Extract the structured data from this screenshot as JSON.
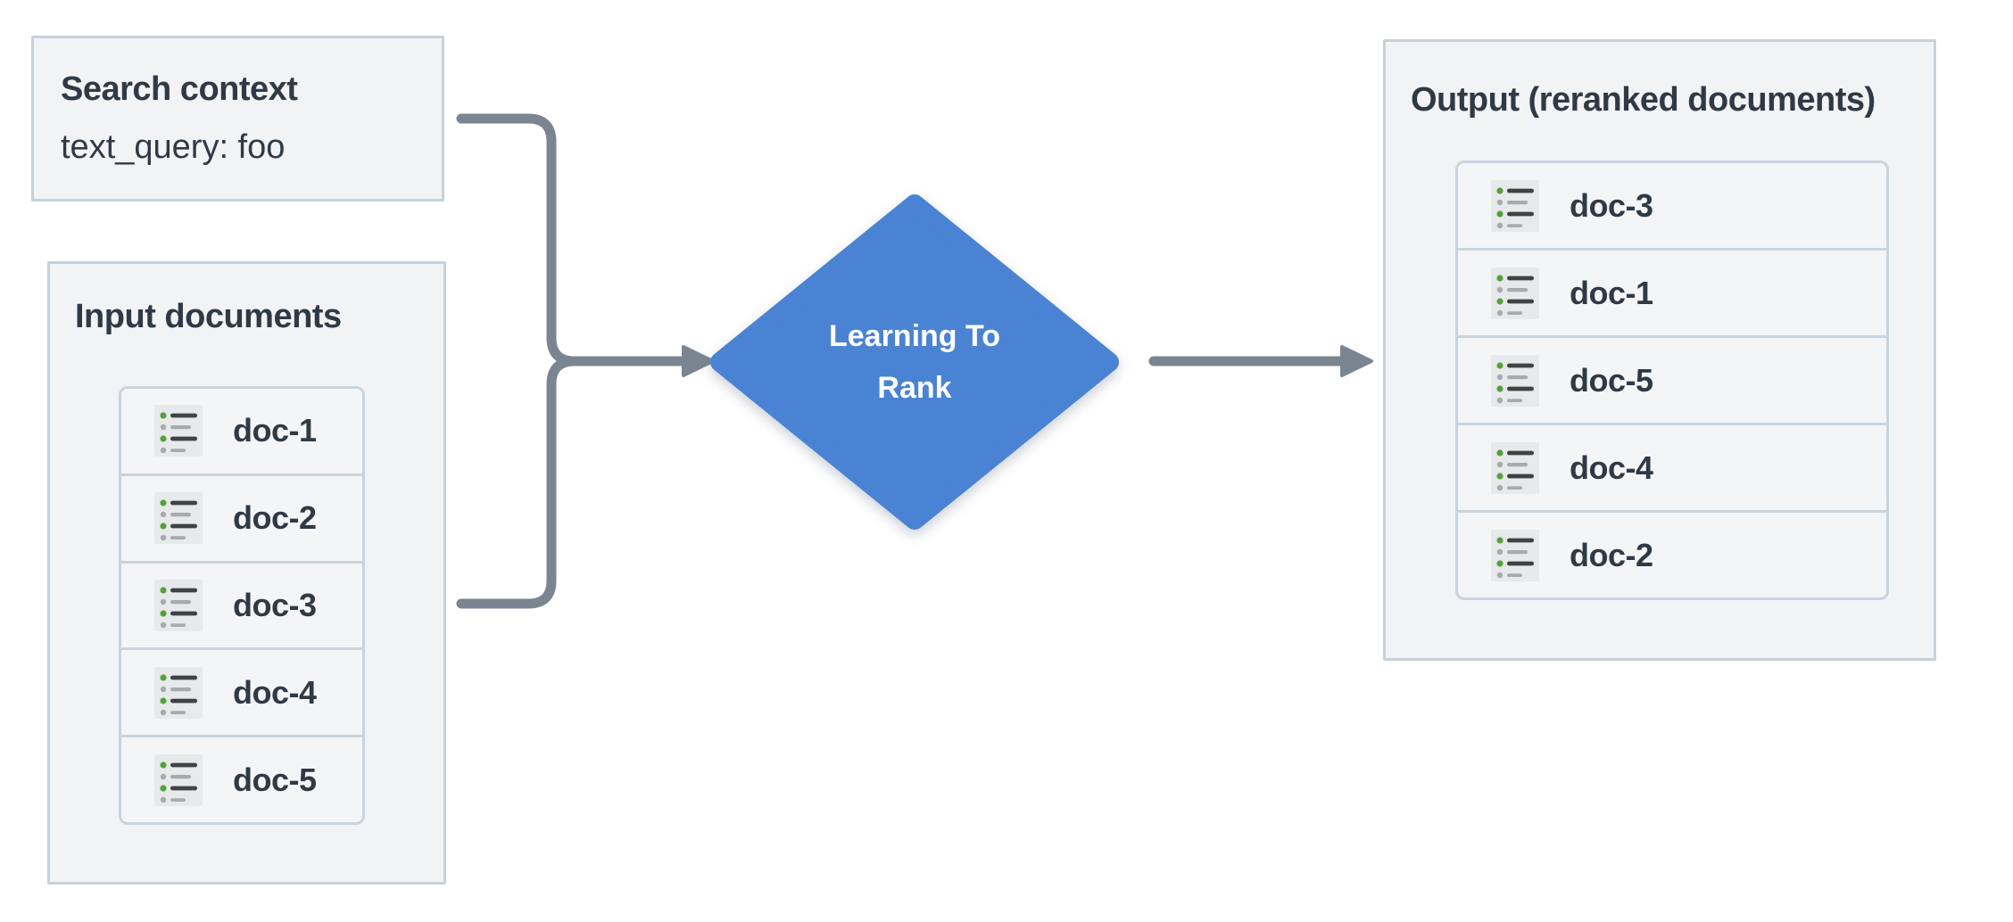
{
  "search_context": {
    "title": "Search context",
    "query_line": "text_query: foo"
  },
  "input_documents": {
    "title": "Input documents",
    "docs": [
      "doc-1",
      "doc-2",
      "doc-3",
      "doc-4",
      "doc-5"
    ]
  },
  "ltr_node": {
    "line1": "Learning To",
    "line2": "Rank"
  },
  "output_documents": {
    "title": "Output (reranked documents)",
    "docs": [
      "doc-3",
      "doc-1",
      "doc-5",
      "doc-4",
      "doc-2"
    ]
  },
  "colors": {
    "diamond_blue": "#4a83d3",
    "arrow_gray": "#7b8591",
    "panel_bg": "#f2f3f5",
    "panel_border": "#c7d1da",
    "row_bg": "#f4f5f7",
    "row_border": "#c9d4dd",
    "text_dark": "#2f3a46",
    "icon_bg": "#e8e9ea",
    "icon_dark": "#3f4246",
    "icon_gray": "#a7abae",
    "icon_green": "#55a23c"
  }
}
